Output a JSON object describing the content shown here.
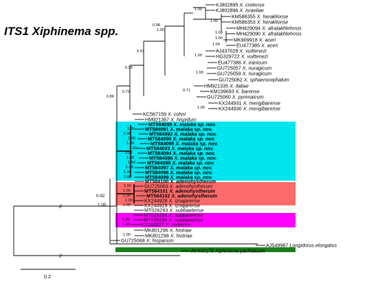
{
  "title": "ITS1 Xiphinema spp.",
  "scale_bar_label": "0.2",
  "highlight_colors": {
    "malaka": "#00e5ee",
    "adenohystherum": "#ff6b6b",
    "subbaetense": "#ff00ff",
    "hispanum": "#1a7f1a"
  },
  "break_marks": [
    "//",
    "//"
  ],
  "root_supports": [
    "0.92",
    "1.00"
  ],
  "taxa": [
    {
      "acc": "KJ802895",
      "sp": "X. cretense",
      "support": "1.00"
    },
    {
      "acc": "KJ802896",
      "sp": "X. israeliae",
      "support": ""
    },
    {
      "acc": "KM586355",
      "sp": "X. heraklionse",
      "support": "1.00"
    },
    {
      "acc": "KM586353",
      "sp": "X. heraklionse",
      "support": ""
    },
    {
      "acc": "MH429094",
      "sp": "X. afratakhtehnsis",
      "support": "1.00"
    },
    {
      "acc": "MH429090",
      "sp": "X. afratakhtehnsis",
      "support": "1.00"
    },
    {
      "acc": "MK909918",
      "sp": "X. aceri",
      "support": "1.00"
    },
    {
      "acc": "EU477385",
      "sp": "X. aceri",
      "support": ""
    },
    {
      "acc": "AJ437028",
      "sp": "X. vuittenezi",
      "support": "1.00"
    },
    {
      "acc": "HG329722",
      "sp": "X. vuittenezi",
      "support": ""
    },
    {
      "acc": "EU477386",
      "sp": "X. iranicum",
      "support": ""
    },
    {
      "acc": "GU725057",
      "sp": "X. nuragicum",
      "support": "1.00"
    },
    {
      "acc": "GU725059",
      "sp": "X. nuragicum",
      "support": ""
    },
    {
      "acc": "GU725062",
      "sp": "X. sphaerocephalum",
      "support": ""
    },
    {
      "acc": "HM921335",
      "sp": "X. italiae",
      "support": "0.71"
    },
    {
      "acc": "KM199693",
      "sp": "X. barense",
      "support": ""
    },
    {
      "acc": "GU725060",
      "sp": "X. pyrenaicum",
      "support": ""
    },
    {
      "acc": "KX244931",
      "sp": "X. mengibarense",
      "support": "1.00"
    },
    {
      "acc": "KX244930",
      "sp": "X. mengibarense",
      "support": ""
    },
    {
      "acc": "KC567159",
      "sp": "X. cohni",
      "support": ""
    },
    {
      "acc": "HM921367",
      "sp": "X. hispidum",
      "support": ""
    },
    {
      "acc": "MT584089",
      "sp": "X. malaka sp. nov.",
      "support": "1.00"
    },
    {
      "acc": "MT584091",
      "sp": "X. malaka sp. nov.",
      "support": "0.96"
    },
    {
      "acc": "MT584092",
      "sp": "X. malaka sp. nov.",
      "support": "1.00"
    },
    {
      "acc": "MT584090",
      "sp": "X. malaka sp. nov.",
      "support": "1.00"
    },
    {
      "acc": "MT584095",
      "sp": "X. malaka sp. nov.",
      "support": "1.00"
    },
    {
      "acc": "MT584093",
      "sp": "X. malaka sp. nov.",
      "support": "0.97"
    },
    {
      "acc": "MT584094",
      "sp": "X. malaka sp. nov.",
      "support": "1.00"
    },
    {
      "acc": "MT584088",
      "sp": "X. malaka sp. nov.",
      "support": "1.00"
    },
    {
      "acc": "MT584098",
      "sp": "X. malaka sp. nov.",
      "support": "1.00"
    },
    {
      "acc": "MT584097",
      "sp": "X. malaka sp. nov.",
      "support": "1.00"
    },
    {
      "acc": "MT584096",
      "sp": "X. malaka sp. nov.",
      "support": "0.96"
    },
    {
      "acc": "MT584099",
      "sp": "X. malaka sp. nov.",
      "support": ""
    },
    {
      "acc": "MT584100",
      "sp": "X. adenohystherum",
      "support": "1.00"
    },
    {
      "acc": "GU725063",
      "sp": "X. adenohystherum",
      "support": "1.00"
    },
    {
      "acc": "MT584101",
      "sp": "X. adenohystherum",
      "support": "1.00"
    },
    {
      "acc": "MT584102",
      "sp": "X. adenohystherum",
      "support": "1.00"
    },
    {
      "acc": "KX244928",
      "sp": "X. iznajarense",
      "support": "1.00"
    },
    {
      "acc": "KX244929",
      "sp": "X. iznajarense",
      "support": ""
    },
    {
      "acc": "MT026293",
      "sp": "X. subbaetense",
      "support": ""
    },
    {
      "acc": "MT026294",
      "sp": "X. subbaetense",
      "support": "0.99"
    },
    {
      "acc": "MT026295",
      "sp": "X. subbaetense",
      "support": "1.00"
    },
    {
      "acc": "KX244927",
      "sp": "X. celtiense",
      "support": ""
    },
    {
      "acc": "MK801296",
      "sp": "X. histriae",
      "support": "1.00"
    },
    {
      "acc": "MK801298",
      "sp": "X. histriae",
      "support": ""
    },
    {
      "acc": "GU725068",
      "sp": "X. hispanum",
      "support": ""
    },
    {
      "acc": "AJ549987",
      "sp": "Longidorus elongatus",
      "support": ""
    },
    {
      "acc": "AY430178",
      "sp": "Xiphinema pachtaicum",
      "support": ""
    }
  ],
  "internal_supports": [
    "1.00",
    "0.98",
    "0.97",
    "0.99",
    "0.72",
    "0.86",
    "1.00"
  ]
}
